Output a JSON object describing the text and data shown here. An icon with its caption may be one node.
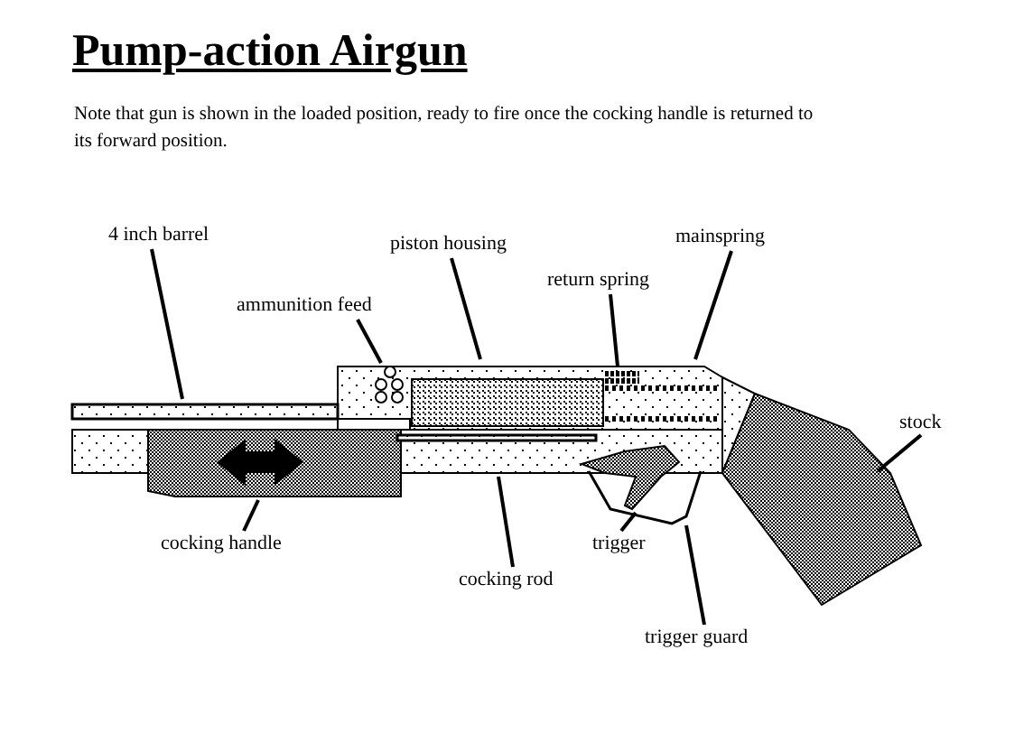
{
  "diagram": {
    "title": "Pump-action Airgun",
    "nodes": [
      {
        "text": [
          "4 inch barrel"
        ]
      },
      {
        "text": [
          "piston housing"
        ]
      },
      {
        "text": [
          "mainspring"
        ]
      },
      {
        "text": [
          "return spring"
        ]
      },
      {
        "text": [
          "ammunition feed"
        ]
      },
      {
        "text": [
          "stock"
        ]
      },
      {
        "text": [
          "trigger"
        ]
      },
      {
        "text": [
          "cocking handle"
        ]
      },
      {
        "text": [
          "cocking rod"
        ]
      },
      {
        "text": [
          "trigger guard"
        ]
      },
      {
        "text": [],
        "shape": "bar"
      },
      {
        "text": [],
        "shape": "box"
      },
      {
        "text": [],
        "shape": "circle"
      },
      {
        "text": [],
        "shape": "box"
      },
      {
        "text": [],
        "shape": "bar"
      },
      {
        "text": [],
        "shape": "spring"
      },
      {
        "text": [],
        "shape": "box"
      },
      {
        "text": [],
        "shape": "line"
      },
      {
        "text": [],
        "shape": "spring"
      },
      {
        "text": [],
        "shape": "box"
      }
    ],
    "edges": [
      {
        "from": 0,
        "to": 10,
        "arrow": "none"
      },
      {
        "from": 1,
        "to": 13,
        "arrow": "none"
      },
      {
        "from": 2,
        "to": 18,
        "arrow": "none"
      },
      {
        "from": 3,
        "to": 15,
        "arrow": "none"
      },
      {
        "from": 4,
        "to": 12,
        "arrow": "none"
      },
      {
        "from": 5,
        "to": 19,
        "arrow": "none"
      },
      {
        "from": 6,
        "to": 16,
        "arrow": "none"
      },
      {
        "from": 7,
        "to": 11,
        "arrow": "none"
      },
      {
        "from": 8,
        "to": 14,
        "arrow": "none"
      },
      {
        "from": 9,
        "to": 17,
        "arrow": "none"
      }
    ],
    "labels": [
      "Note that gun is shown in the loaded position, ready to fire once the cocking handle is returned to its forward position."
    ]
  }
}
